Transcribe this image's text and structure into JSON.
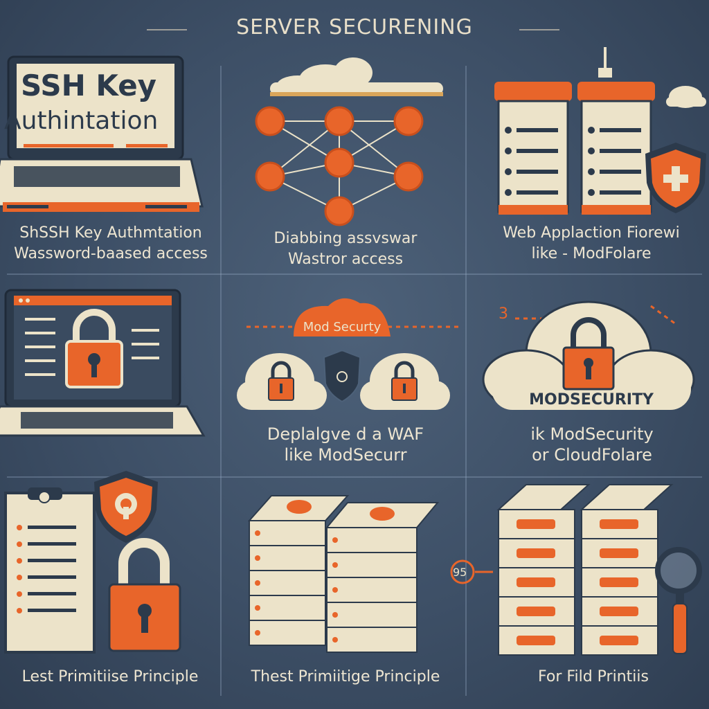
{
  "header": {
    "title": "SERVER SECURENING"
  },
  "panels": [
    {
      "screen_text_1": "SSH Key",
      "screen_text_2": "Authintation",
      "caption_1": "ShSSH Key Authmtation",
      "caption_2": "Wassword-baased access"
    },
    {
      "caption_1": "Diabbing  assvswar",
      "caption_2": "Wastror access"
    },
    {
      "caption_1": "Web Applaction Fiorewi",
      "caption_2": "like - ModFolare"
    },
    {
      "caption_1": "",
      "caption_2": ""
    },
    {
      "badge_label": "Mod Securty",
      "caption_1": "Deplalgve d   a WAF",
      "caption_2": "like ModSecurr"
    },
    {
      "badge_number": "3",
      "cloud_label": "MODSECURITY",
      "caption_1": "ik ModSecurity",
      "caption_2": "or CloudFolare"
    },
    {
      "caption_1": "Lest Primitiise Principle"
    },
    {
      "caption_1": "Thest Primiitige Principle"
    },
    {
      "badge_number": "95",
      "caption_1": "For  Fild   Printiis"
    }
  ],
  "colors": {
    "background": "#3d4f66",
    "accent": "#e8652a",
    "cream": "#ece3c9",
    "dark": "#2c3a4b"
  }
}
